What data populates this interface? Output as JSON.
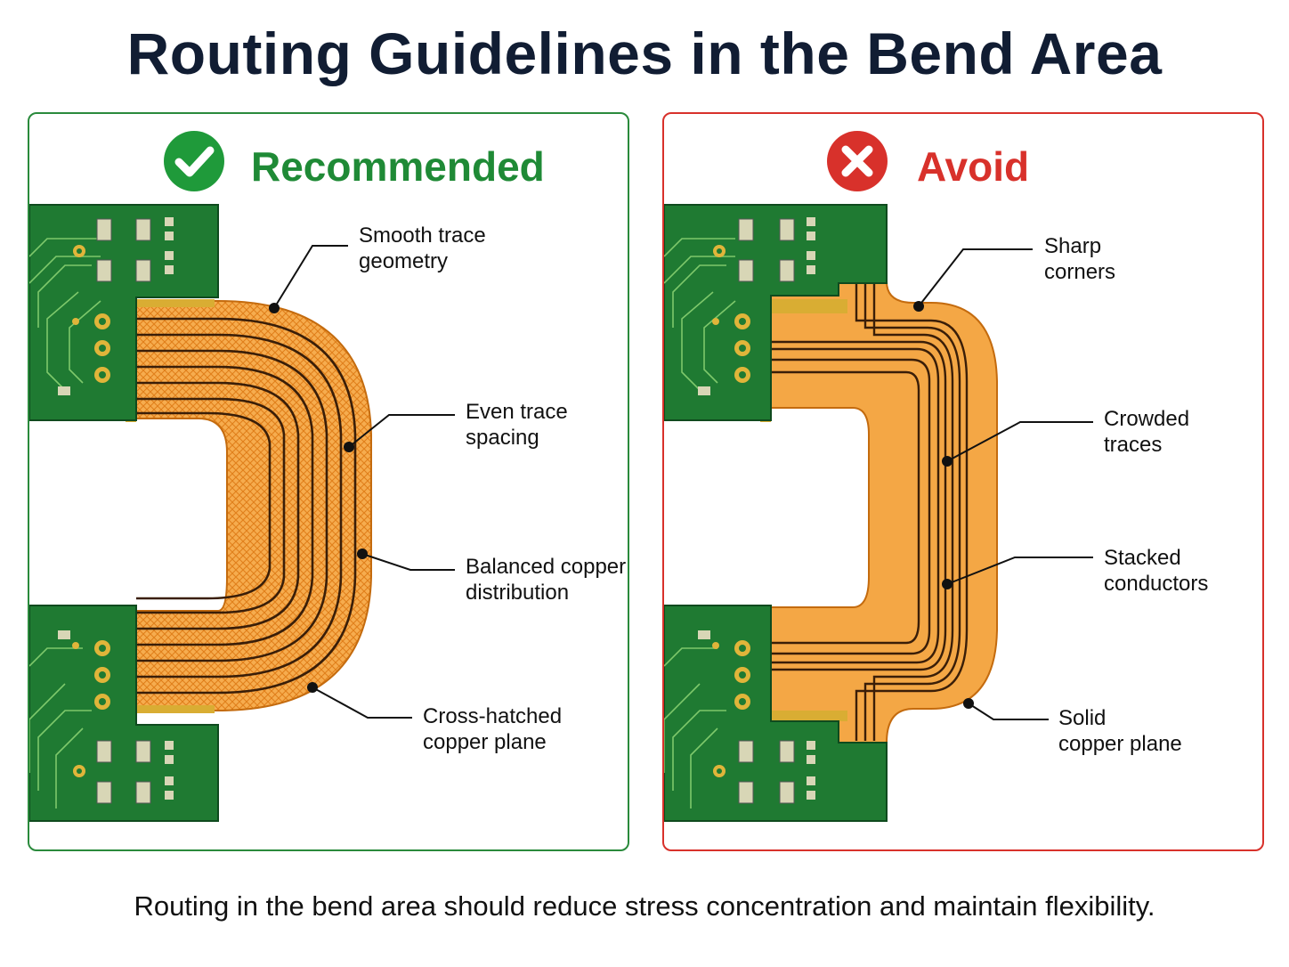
{
  "title": "Routing Guidelines in the Bend Area",
  "colors": {
    "recommended": "#1f8a36",
    "avoid": "#d8312b",
    "pcb_green": "#1f7a32",
    "flex_copper": "#f4a745",
    "gold_pad": "#e0b53a"
  },
  "panels": {
    "recommended": {
      "heading": "Recommended",
      "icon": "check-circle-icon",
      "callouts": [
        {
          "line1": "Smooth trace",
          "line2": "geometry"
        },
        {
          "line1": "Even trace",
          "line2": "spacing"
        },
        {
          "line1": "Balanced copper",
          "line2": "distribution"
        },
        {
          "line1": "Cross-hatched",
          "line2": "copper plane"
        }
      ]
    },
    "avoid": {
      "heading": "Avoid",
      "icon": "x-circle-icon",
      "callouts": [
        {
          "line1": "Sharp",
          "line2": "corners"
        },
        {
          "line1": "Crowded",
          "line2": "traces"
        },
        {
          "line1": "Stacked",
          "line2": "conductors"
        },
        {
          "line1": "Solid",
          "line2": "copper plane"
        }
      ]
    }
  },
  "caption": "Routing in the bend area should reduce stress concentration and maintain flexibility."
}
